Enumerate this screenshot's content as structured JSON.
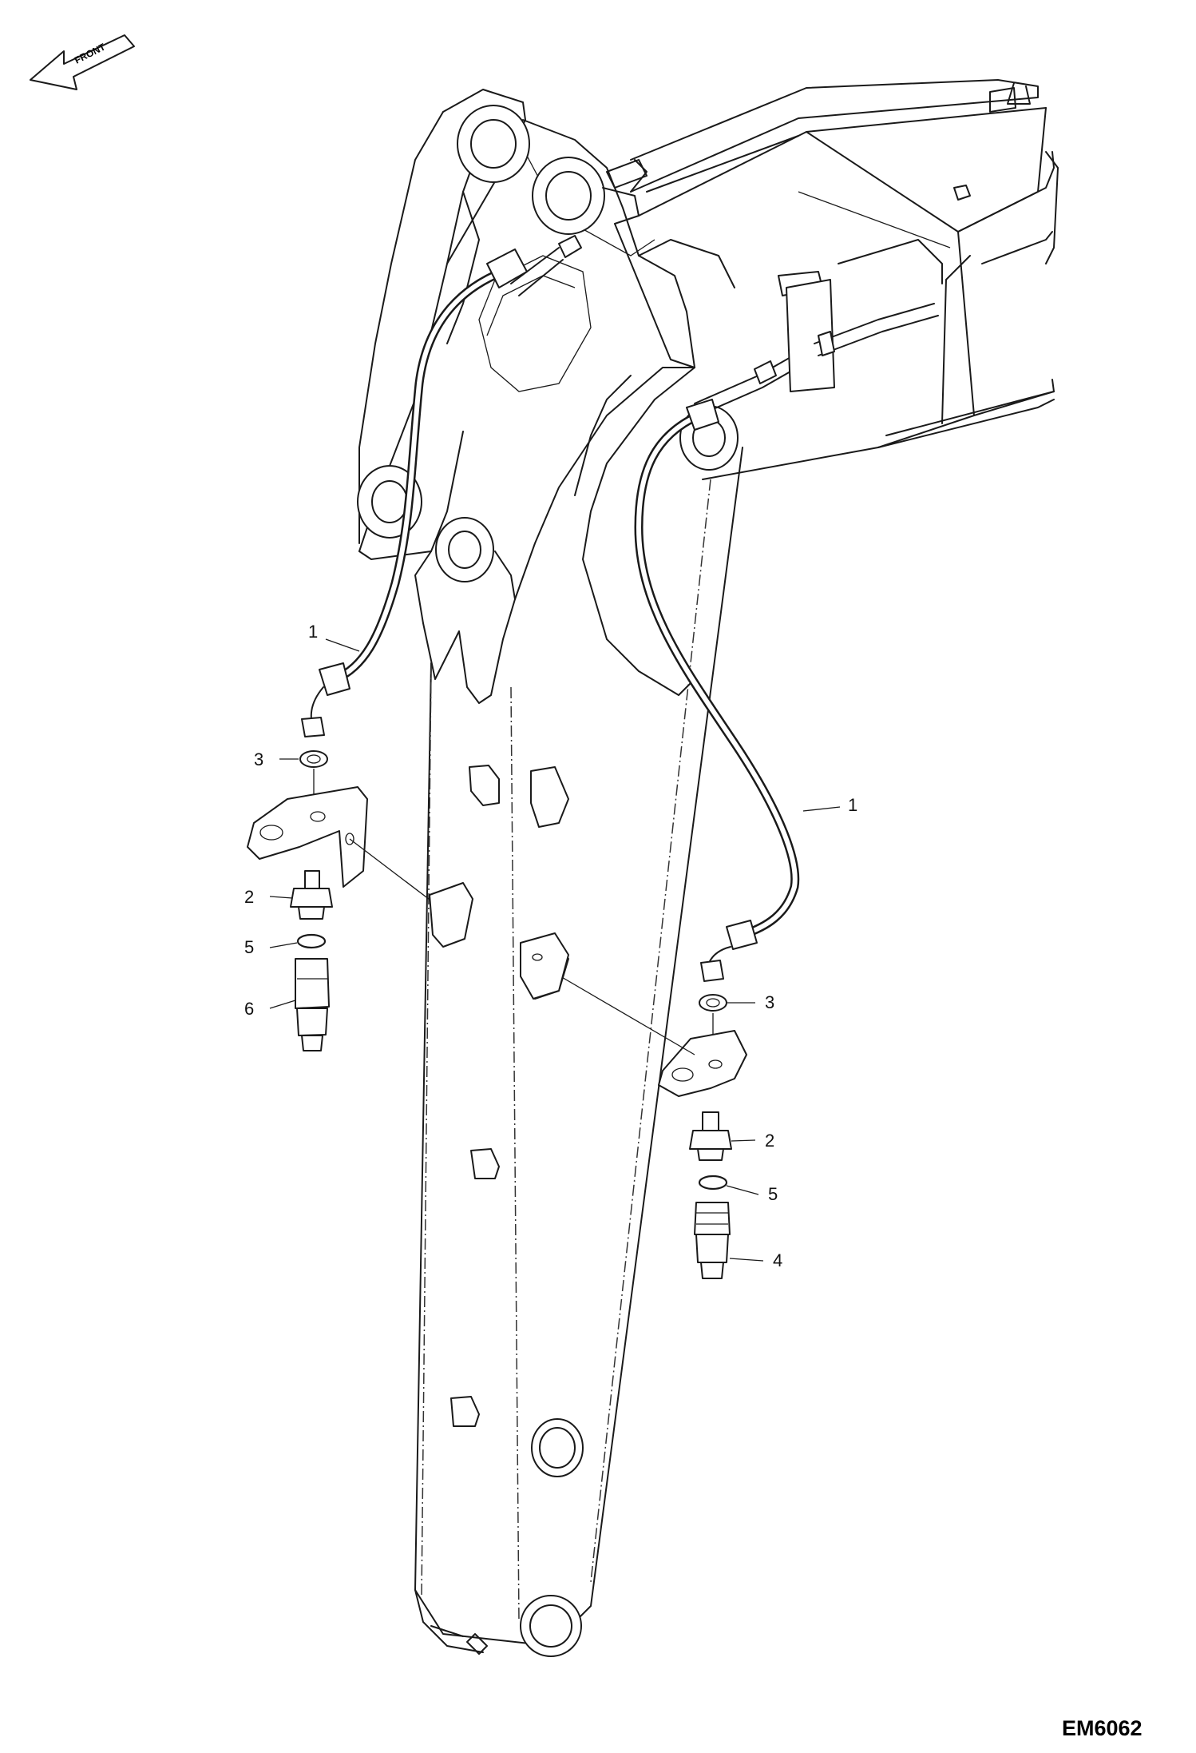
{
  "front_label": "FRONT",
  "figure_code": "EM6062",
  "callouts": {
    "left_hose": "1",
    "left_adapter": "2",
    "left_nut": "3",
    "left_oring": "5",
    "left_coupler": "6",
    "right_hose": "1",
    "right_nut": "3",
    "right_adapter": "2",
    "right_oring": "5",
    "right_coupler": "4"
  }
}
